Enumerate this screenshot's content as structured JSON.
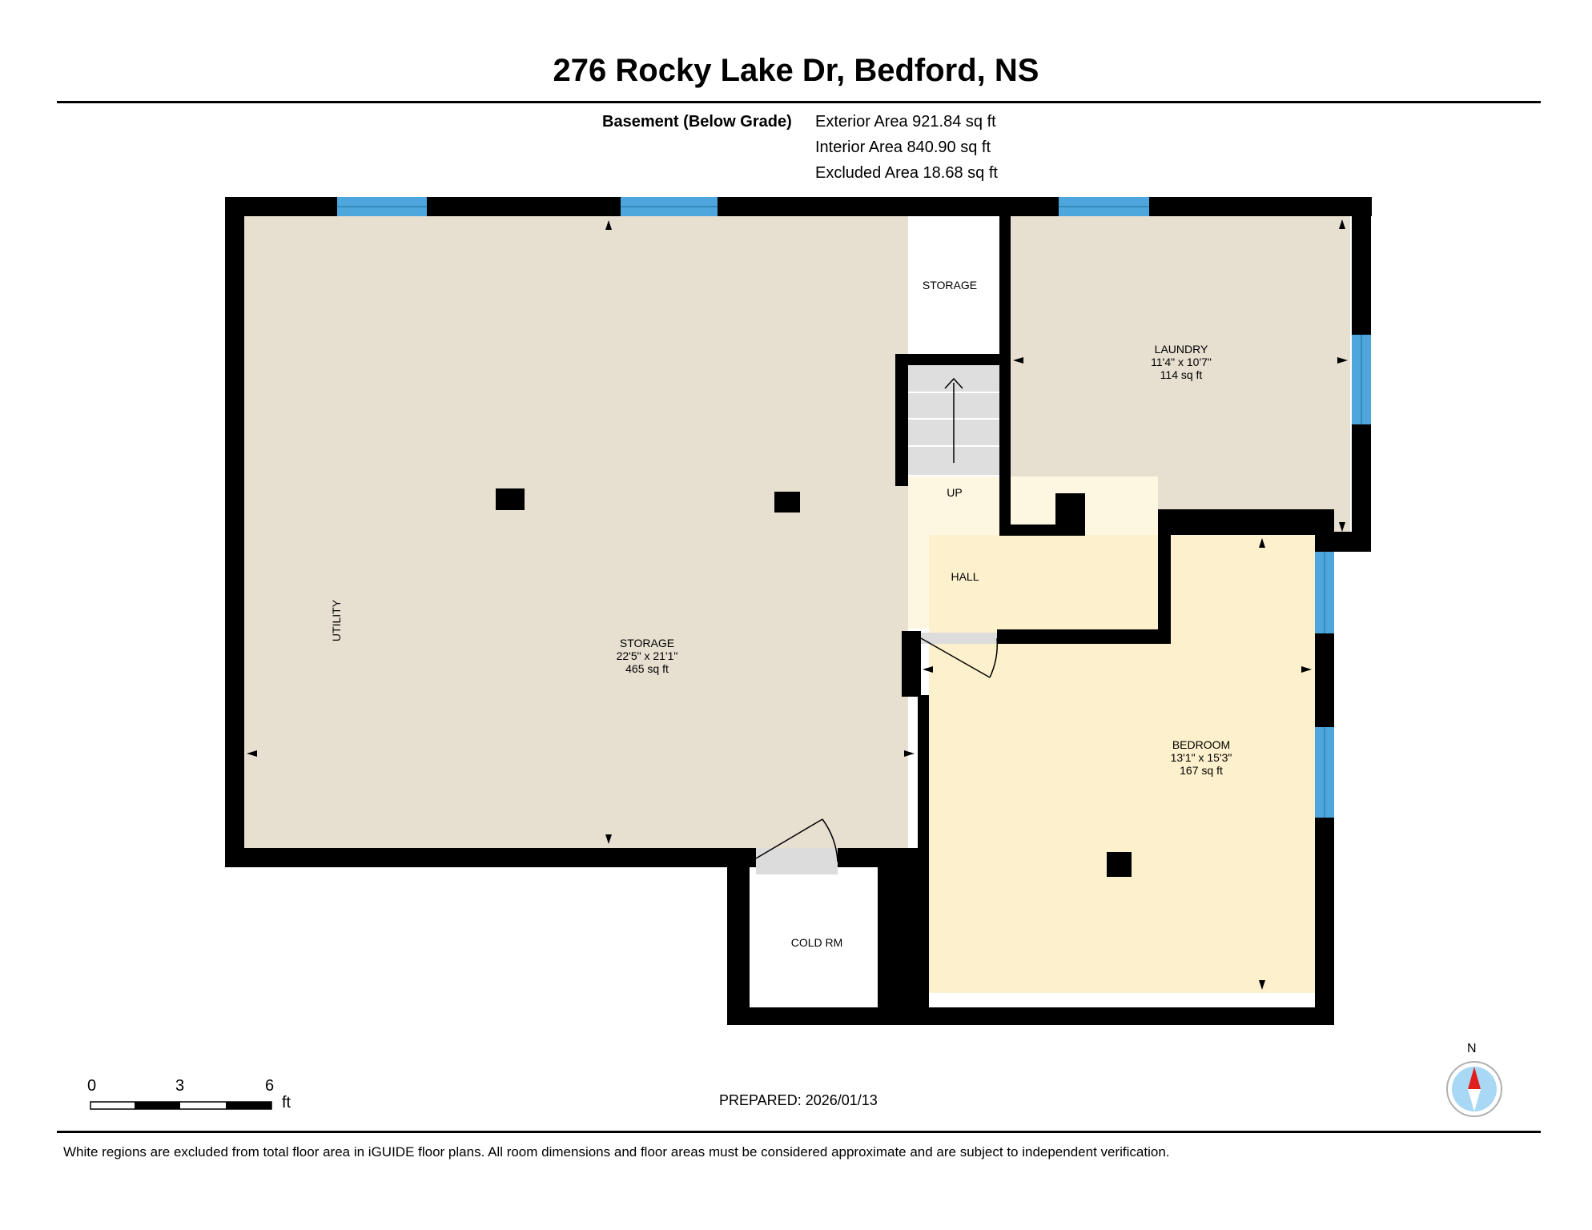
{
  "title": "276 Rocky Lake Dr, Bedford, NS",
  "area_summary": {
    "level": "Basement (Below Grade)",
    "exterior": "Exterior Area 921.84 sq ft",
    "interior": "Interior Area 840.90 sq ft",
    "excluded": "Excluded Area 18.68 sq ft"
  },
  "rooms": {
    "storage_main": {
      "name": "STORAGE",
      "dims": "22'5\" x 21'1\"",
      "area": "465 sq ft"
    },
    "storage_small": {
      "name": "STORAGE"
    },
    "utility": {
      "name": "UTILITY"
    },
    "laundry": {
      "name": "LAUNDRY",
      "dims": "11'4\" x 10'7\"",
      "area": "114 sq ft"
    },
    "hall": {
      "name": "HALL"
    },
    "stairs": {
      "label": "UP"
    },
    "bedroom": {
      "name": "BEDROOM",
      "dims": "13'1\" x 15'3\"",
      "area": "167 sq ft"
    },
    "cold_room": {
      "name": "COLD RM"
    }
  },
  "scale": {
    "marks": [
      "0",
      "3",
      "6"
    ],
    "unit": "ft"
  },
  "compass": {
    "label": "N"
  },
  "prepared": "PREPARED: 2026/01/13",
  "disclaimer": "White regions are excluded from total floor area in iGUIDE floor plans. All room dimensions and floor areas must be considered approximate and are subject to independent verification.",
  "colors": {
    "wall": "#000000",
    "storage_floor": "#e7dfd0",
    "laundry_floor": "#e7dfd0",
    "hall_floor": "#fdf6e0",
    "bedroom_floor": "#fdf0cc",
    "window": "#4ea7dc",
    "door_swing": "#dcdcdc",
    "stairs": "#dedede"
  }
}
